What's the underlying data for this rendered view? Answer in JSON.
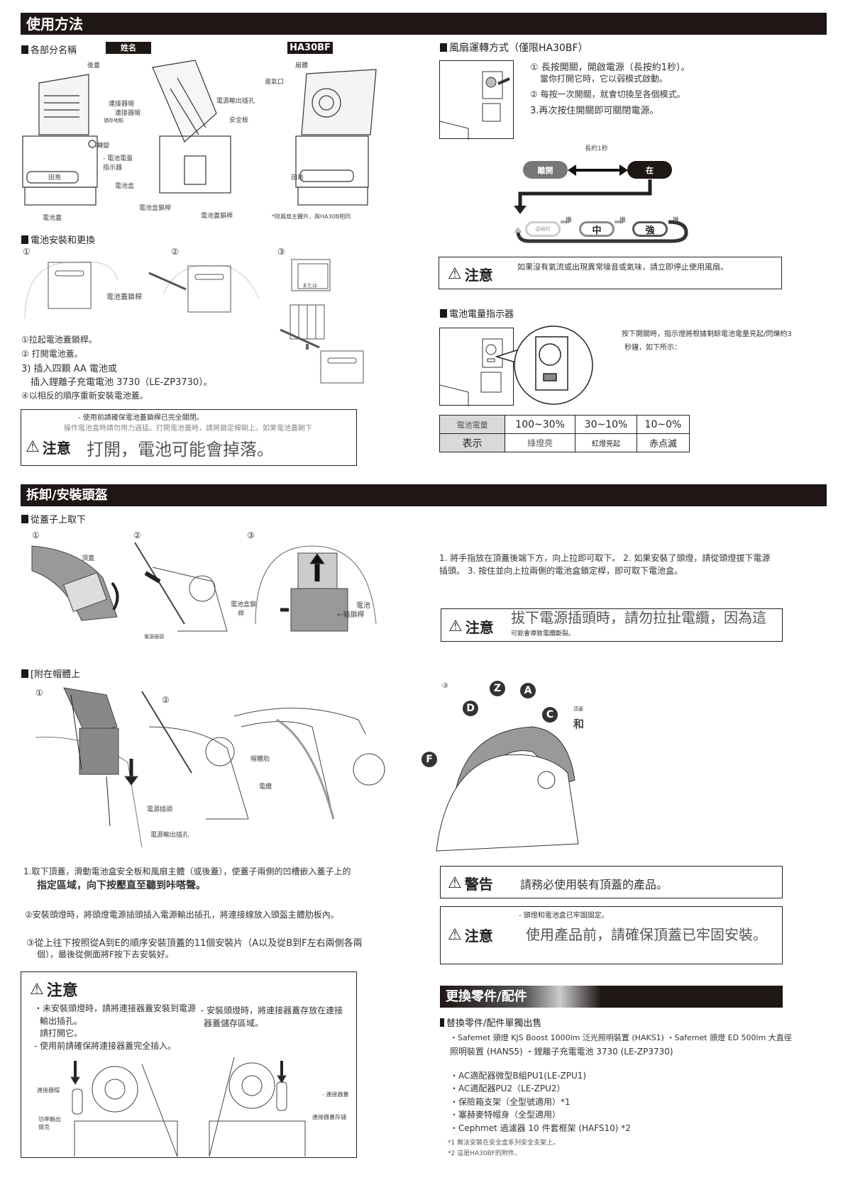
{
  "usage": {
    "header": "使用方法",
    "parts": {
      "title": "各部分名稱",
      "tag_name": "姓名",
      "tag_model": "HA30BF",
      "labels": {
        "back_cover": "後蓋",
        "connector_cap": "連接器帽",
        "connector_cap_storage": "連接器帽",
        "storage_spot": "儲存地點",
        "switch": "-轉變",
        "battery_level": "- 電池電量",
        "indicator": "指示器",
        "battery_box": "電池盒",
        "battery_cover": "電池蓋",
        "brand": "田島",
        "power_outlet": "電源輸出插孔",
        "safety_plate": "安全板",
        "box_lock": "電池盒鎖桿",
        "cover_lock": "電池蓋鎖桿",
        "fan_body": "扇體",
        "air_inlet": "進氣口",
        "note": "*除風扇主體外，與HA30B相同"
      }
    },
    "fan": {
      "title": "風扇運轉方式（僅限HA30BF）",
      "steps": [
        "① 長按開關，開啟電源（長按約1秒）。",
        "當你打開它時，它以弱模式啟動。",
        "② 每按一次開關，就會切換至各個模式。",
        "3.再次按住開關即可關閉電源。"
      ],
      "long_press": "長約1秒",
      "off": "離開",
      "on": "在",
      "push": "推",
      "weak": "虛弱的",
      "mid": "中",
      "strong": "強",
      "caution_label": "注意",
      "caution_text": "如果沒有氣流或出現異常噪音或氣味，請立即停止使用風扇。"
    },
    "battery": {
      "title": "電池安裝和更換",
      "nums": [
        "①",
        "②",
        "③"
      ],
      "cover_lock": "電池蓋鎖桿",
      "or": "または",
      "steps": [
        "①拉起電池蓋鎖桿。",
        "② 打開電池蓋。",
        "3) 插入四顆 AA 電池或",
        "插入鋰離子充電電池 3730（LE-ZP3730）。",
        "④以相反的順序重新安裝電池蓋。"
      ],
      "caution_label": "注意",
      "caution_line1": "- 使用前請確保電池蓋鎖桿已完全關閉。",
      "caution_line2": "操作電池盒時請勿用力過猛。打開電池蓋時，請將鎖定桿朝上。如果電池蓋朝下",
      "caution_big": "打開，電池可能會掉落。"
    },
    "indicator": {
      "title": "電池電量指示器",
      "text1": "按下開關時，指示燈將根據剩餘電池電量亮起/閃爍約3",
      "text2": "秒鐘，如下所示：",
      "table": {
        "row_headers": [
          "電池電量",
          "表示"
        ],
        "levels": [
          "100~30%",
          "30~10%",
          "10~0%"
        ],
        "states": [
          "綠燈亮",
          "紅燈亮起",
          "赤点滅"
        ]
      }
    }
  },
  "helmet": {
    "header": "拆卸/安裝頭盔",
    "remove": {
      "title": "從蓋子上取下",
      "nums": [
        "①",
        "②",
        "③"
      ],
      "top_cover": "頂蓋",
      "plug": "電源插頭",
      "box_lock": "電池盒鎖",
      "box_lock2": "桿",
      "right_lock1": "電池",
      "right_lock2": "←箱鎖桿",
      "text1": "1. 將手指放在頂蓋後端下方，向上拉即可取下。 2. 如果安裝了頭燈，請從頭燈拔下電源",
      "text2": "插頭。 3. 按住並向上拉兩側的電池盒鎖定桿，即可取下電池盒。",
      "caution_label": "注意",
      "caution_big": "拔下電源插頭時，請勿拉扯電纜，因為這",
      "caution_small": "可能會導致電纜斷裂。"
    },
    "attach": {
      "title": "[附在帽體上",
      "nums": [
        "①",
        "②",
        "③"
      ],
      "plug": "電源插頭",
      "outlet": "電源輸出插孔",
      "rib": "帽體肋",
      "cable": "電纜",
      "top_cover": "頂蓋",
      "and": "和",
      "letters": [
        "Z",
        "A",
        "D",
        "C",
        "F"
      ],
      "step1a": "1.取下頂蓋，滑動電池盒安全板和風扇主體（或後蓋），使蓋子兩側的凹槽嵌入蓋子上的",
      "step1b": "指定區域，向下按壓直至聽到咔嗒聲。",
      "step2": "②安裝頭燈時，將頭燈電源插頭插入電源輸出插孔，將連接線放入頭盔主體肋板內。",
      "step3a": "③從上往下按照從A到E的順序安裝頂蓋的11個安裝片（A以及從B到F左右兩側各兩",
      "step3b": "個），最後從側面將F按下去安裝好。",
      "warning_label": "警告",
      "warning_text": "請務必使用裝有頂蓋的產品。",
      "caution2_label": "注意",
      "caution2_small": "- 頭燈和電池盒已牢固固定。",
      "caution2_big": "使用產品前，請確保頂蓋已牢固安裝。"
    },
    "caution": {
      "label": "注意",
      "l1": "・未安裝頭燈時，請將連接器蓋安裝到電源",
      "l2": "輸出插孔。",
      "l3": "請打開它。",
      "l4": "- 使用前請確保將連接器蓋完全插入。",
      "r1": "- 安裝頭燈時，將連接器蓋存放在連接",
      "r2": "器蓋儲存區域。",
      "cap": "連接器帽",
      "outlet1": "功率輸出",
      "outlet2": "傑克",
      "cover": "- 連接器蓋",
      "storage": "連接器蓋存儲"
    }
  },
  "parts": {
    "header": "更換零件/配件",
    "title": "替換零件/配件單獨出售",
    "line1": "・Safemet 頭燈 KJS Boost 1000lm 泛光照明裝置 (HAKS1) ・Safemet 頭燈 ED 500lm 大直徑",
    "line2": "照明裝置 (HANS5) ・鋰離子充電電池 3730 (LE-ZP3730)",
    "items": [
      "・AC適配器微型B組PU1(LE-ZPU1)",
      "・AC適配器PU2（LE-ZPU2）",
      "・保險箱支架（全型號適用）*1",
      "・塞赫麥特帽身（全型適用）",
      "・Cephmet 過濾器 10 件套框架 (HAFS10) *2"
    ],
    "notes": [
      "*1 無法安裝在安全盒系列安全支架上。",
      "*2 這是HA30BF的附件。"
    ]
  },
  "colors": {
    "bar": "#1e1715",
    "off_pill": "#777777",
    "table_header": "#d9d9d9"
  }
}
